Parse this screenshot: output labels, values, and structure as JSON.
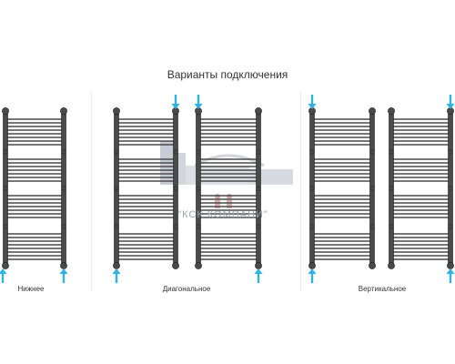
{
  "heading": "Варианты подключения",
  "variants": [
    {
      "label": "Нижнее"
    },
    {
      "label": "Диагональное"
    },
    {
      "label": "Вертикальное"
    }
  ],
  "watermark": {
    "text": "\"КСК КОМПАНИ\""
  },
  "colors": {
    "rail": "#4a4a4a",
    "rail_edge": "#1e1e1e",
    "arrow": "#2fb3e6",
    "watermark": "#9aa3b3",
    "text": "#333333"
  }
}
